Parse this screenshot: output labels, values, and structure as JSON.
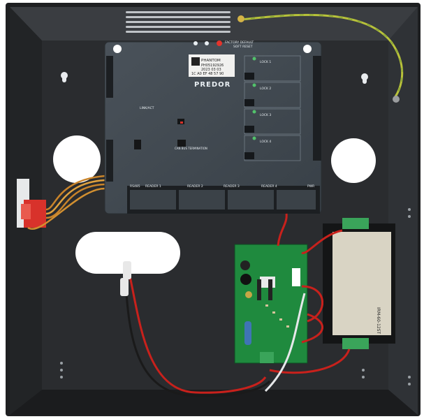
{
  "colors": {
    "background": "#ffffff",
    "enclosure": "#2c2e31",
    "enclosure_inner": "#232527",
    "controller_board": "#3f464c",
    "psu_board": "#1f8a3e",
    "transformer": "#d9d4c4",
    "wire_red": "#c8211c",
    "wire_black": "#1a1a1a",
    "wire_ground": "#b9c23a"
  },
  "controller": {
    "model": "PHANTOM",
    "serial": "PH05192926",
    "date": "2023 03 03",
    "mac": "1C A0 EF 48 57 90",
    "brand": "PREDOR",
    "factory_default": "FACTORY DEFAULT",
    "soft_reset": "SOFT RESET",
    "lock_labels": [
      "LOCK 1",
      "LOCK 2",
      "LOCK 3",
      "LOCK 4"
    ],
    "reader_labels": [
      "READER 1",
      "READER 2",
      "READER 3",
      "READER 4"
    ],
    "rs485": "RS485",
    "pwr": "PWR",
    "link": "LINK/ACT",
    "can_bus": "CAN BUS TERMINATION"
  },
  "power_supply": {
    "model": "IRM-60-12ST"
  }
}
